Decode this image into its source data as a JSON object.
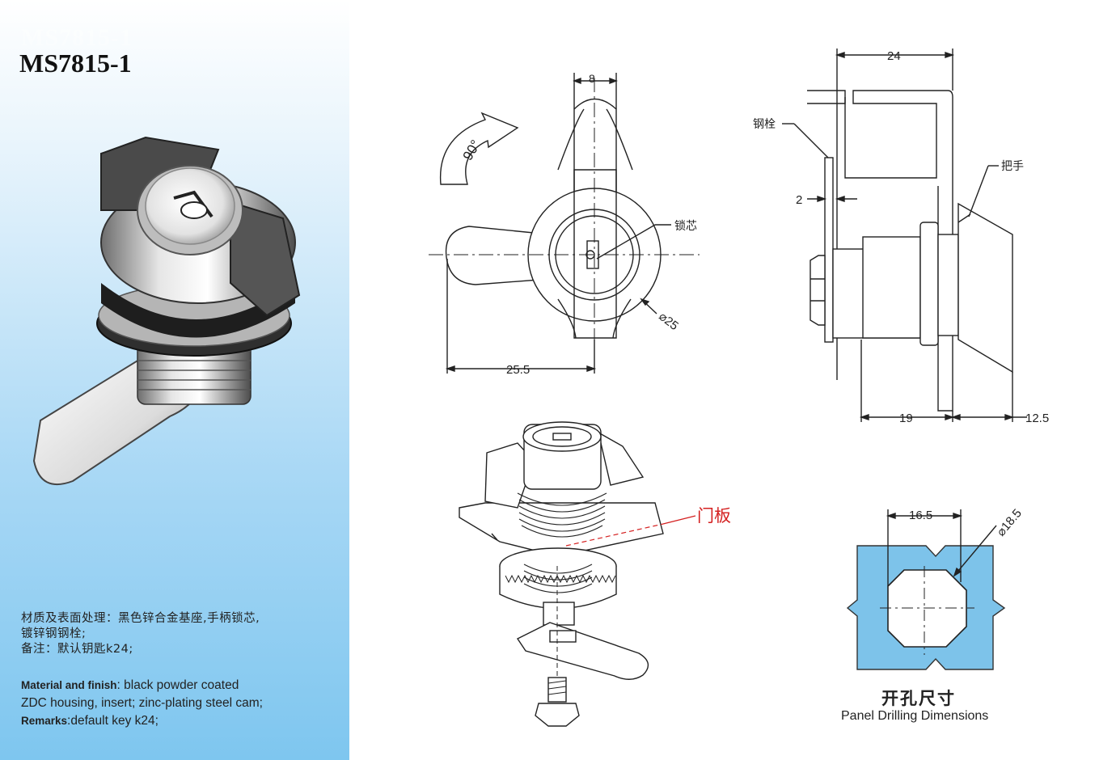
{
  "model": "MS7815-1",
  "watermark": "MS7815-1",
  "spec_cn": {
    "line1": "材质及表面处理：黑色锌合金基座,手柄锁芯,",
    "line2": "镀锌钢钢栓;",
    "line3": "备注：默认钥匙k24;"
  },
  "spec_en": {
    "material_label": "Material and finish",
    "material_text1": ": black powder coated",
    "material_text2": "ZDC housing, insert; zinc-plating steel cam;",
    "remarks_label": "Remarks",
    "remarks_text": ":default key k24;"
  },
  "front_view": {
    "rotation": "90°",
    "dim_top": "8",
    "dim_bottom": "25.5",
    "diameter": "⌀25",
    "label_core": "锁芯"
  },
  "side_view": {
    "dim_top": "24",
    "dim_thickness": "2",
    "dim_bottom_left": "19",
    "dim_bottom_right": "12.5",
    "label_bolt": "钢栓",
    "label_handle": "把手"
  },
  "exploded_view": {
    "label_panel": "门板"
  },
  "cutout": {
    "dim_width": "16.5",
    "diameter": "⌀18.5",
    "caption_cn": "开孔尺寸",
    "caption_en": "Panel Drilling Dimensions"
  },
  "colors": {
    "panel_gradient_bottom": "#7ec6ef",
    "cutout_fill": "#7dc3ea",
    "panel_label_red": "#d42020"
  }
}
